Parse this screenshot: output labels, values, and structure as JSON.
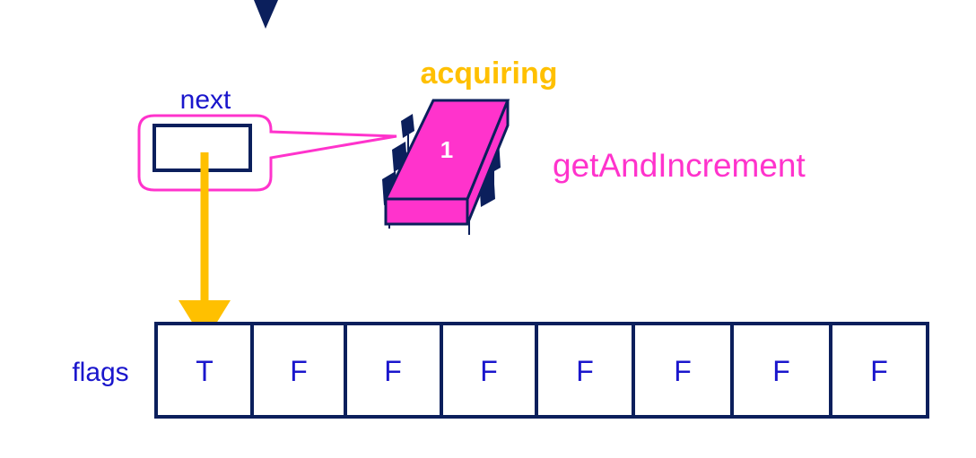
{
  "next_label": "next",
  "acquiring_label": "acquiring",
  "chip_number": "1",
  "method_label": "getAndIncrement",
  "flags_label": "flags",
  "flags": [
    "T",
    "F",
    "F",
    "F",
    "F",
    "F",
    "F",
    "F"
  ],
  "colors": {
    "navy": "#0b1f5c",
    "blue_text": "#1a16cc",
    "magenta": "#ff33cc",
    "gold": "#ffc000",
    "chip_fill": "#ff33cc",
    "chip_leg": "#0b1f5c"
  },
  "icon": "chip-icon"
}
